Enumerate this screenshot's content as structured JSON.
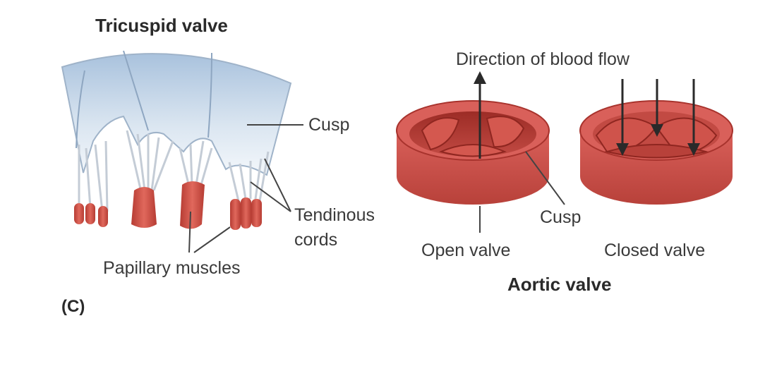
{
  "figure": {
    "panel_letter": "(C)",
    "tricuspid": {
      "title": "Tricuspid valve",
      "cusp_label": "Cusp",
      "cords_label_line1": "Tendinous",
      "cords_label_line2": "cords",
      "muscles_label": "Papillary muscles"
    },
    "aortic": {
      "title": "Aortic valve",
      "flow_label": "Direction of blood flow",
      "cusp_label": "Cusp",
      "open_label": "Open valve",
      "closed_label": "Closed valve"
    }
  },
  "colors": {
    "valve_leaflet": "#b9cde3",
    "valve_leaflet_light": "#e8f0f8",
    "muscle_red": "#d2554a",
    "aorta_red": "#c8473f",
    "aorta_dark": "#8f2620",
    "text": "#3a3a3a"
  }
}
